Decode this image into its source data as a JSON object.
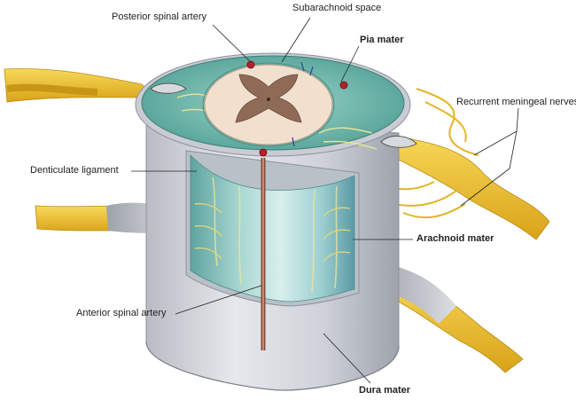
{
  "diagram": {
    "labels": {
      "posterior_spinal_artery": "Posterior spinal artery",
      "subarachnoid_space": "Subarachnoid space",
      "pia_mater": "Pia mater",
      "recurrent_meningeal_nerves": "Recurrent meningeal nerves",
      "denticulate_ligament": "Denticulate ligament",
      "arachnoid_mater": "Arachnoid mater",
      "anterior_spinal_artery": "Anterior spinal artery",
      "dura_mater": "Dura mater"
    },
    "colors": {
      "dura": "#c9ccd3",
      "arachnoid": "#8fc9c4",
      "pia_space": "#6fb7ad",
      "cord_white": "#f2e0cf",
      "cord_grey": "#8f6b57",
      "nerve": "#f2c232",
      "artery": "#b8202a",
      "ligament": "#e8e59a"
    }
  }
}
